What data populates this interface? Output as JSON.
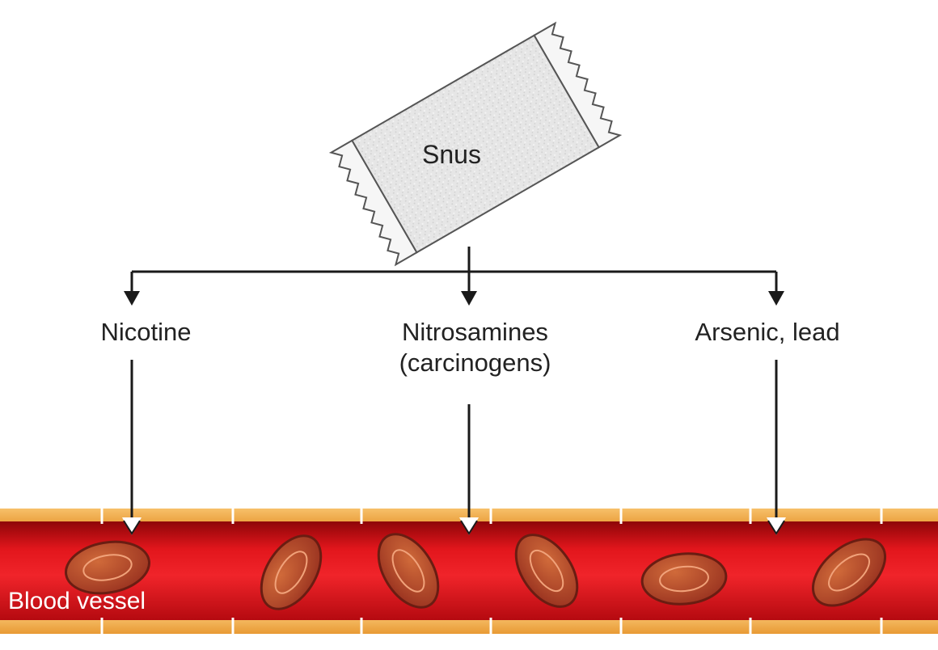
{
  "packet": {
    "label": "Snus"
  },
  "components": [
    {
      "label": "Nicotine"
    },
    {
      "label": "Nitrosamines",
      "sublabel": "(carcinogens)"
    },
    {
      "label": "Arsenic, lead"
    }
  ],
  "vessel": {
    "label": "Blood vessel"
  },
  "colors": {
    "vessel_dark": "#a8060a",
    "vessel_bright": "#ee1c22",
    "wall_cells": "#f2a94a",
    "red_cell": "#b2452a",
    "arrow": "#1a1a1a"
  }
}
